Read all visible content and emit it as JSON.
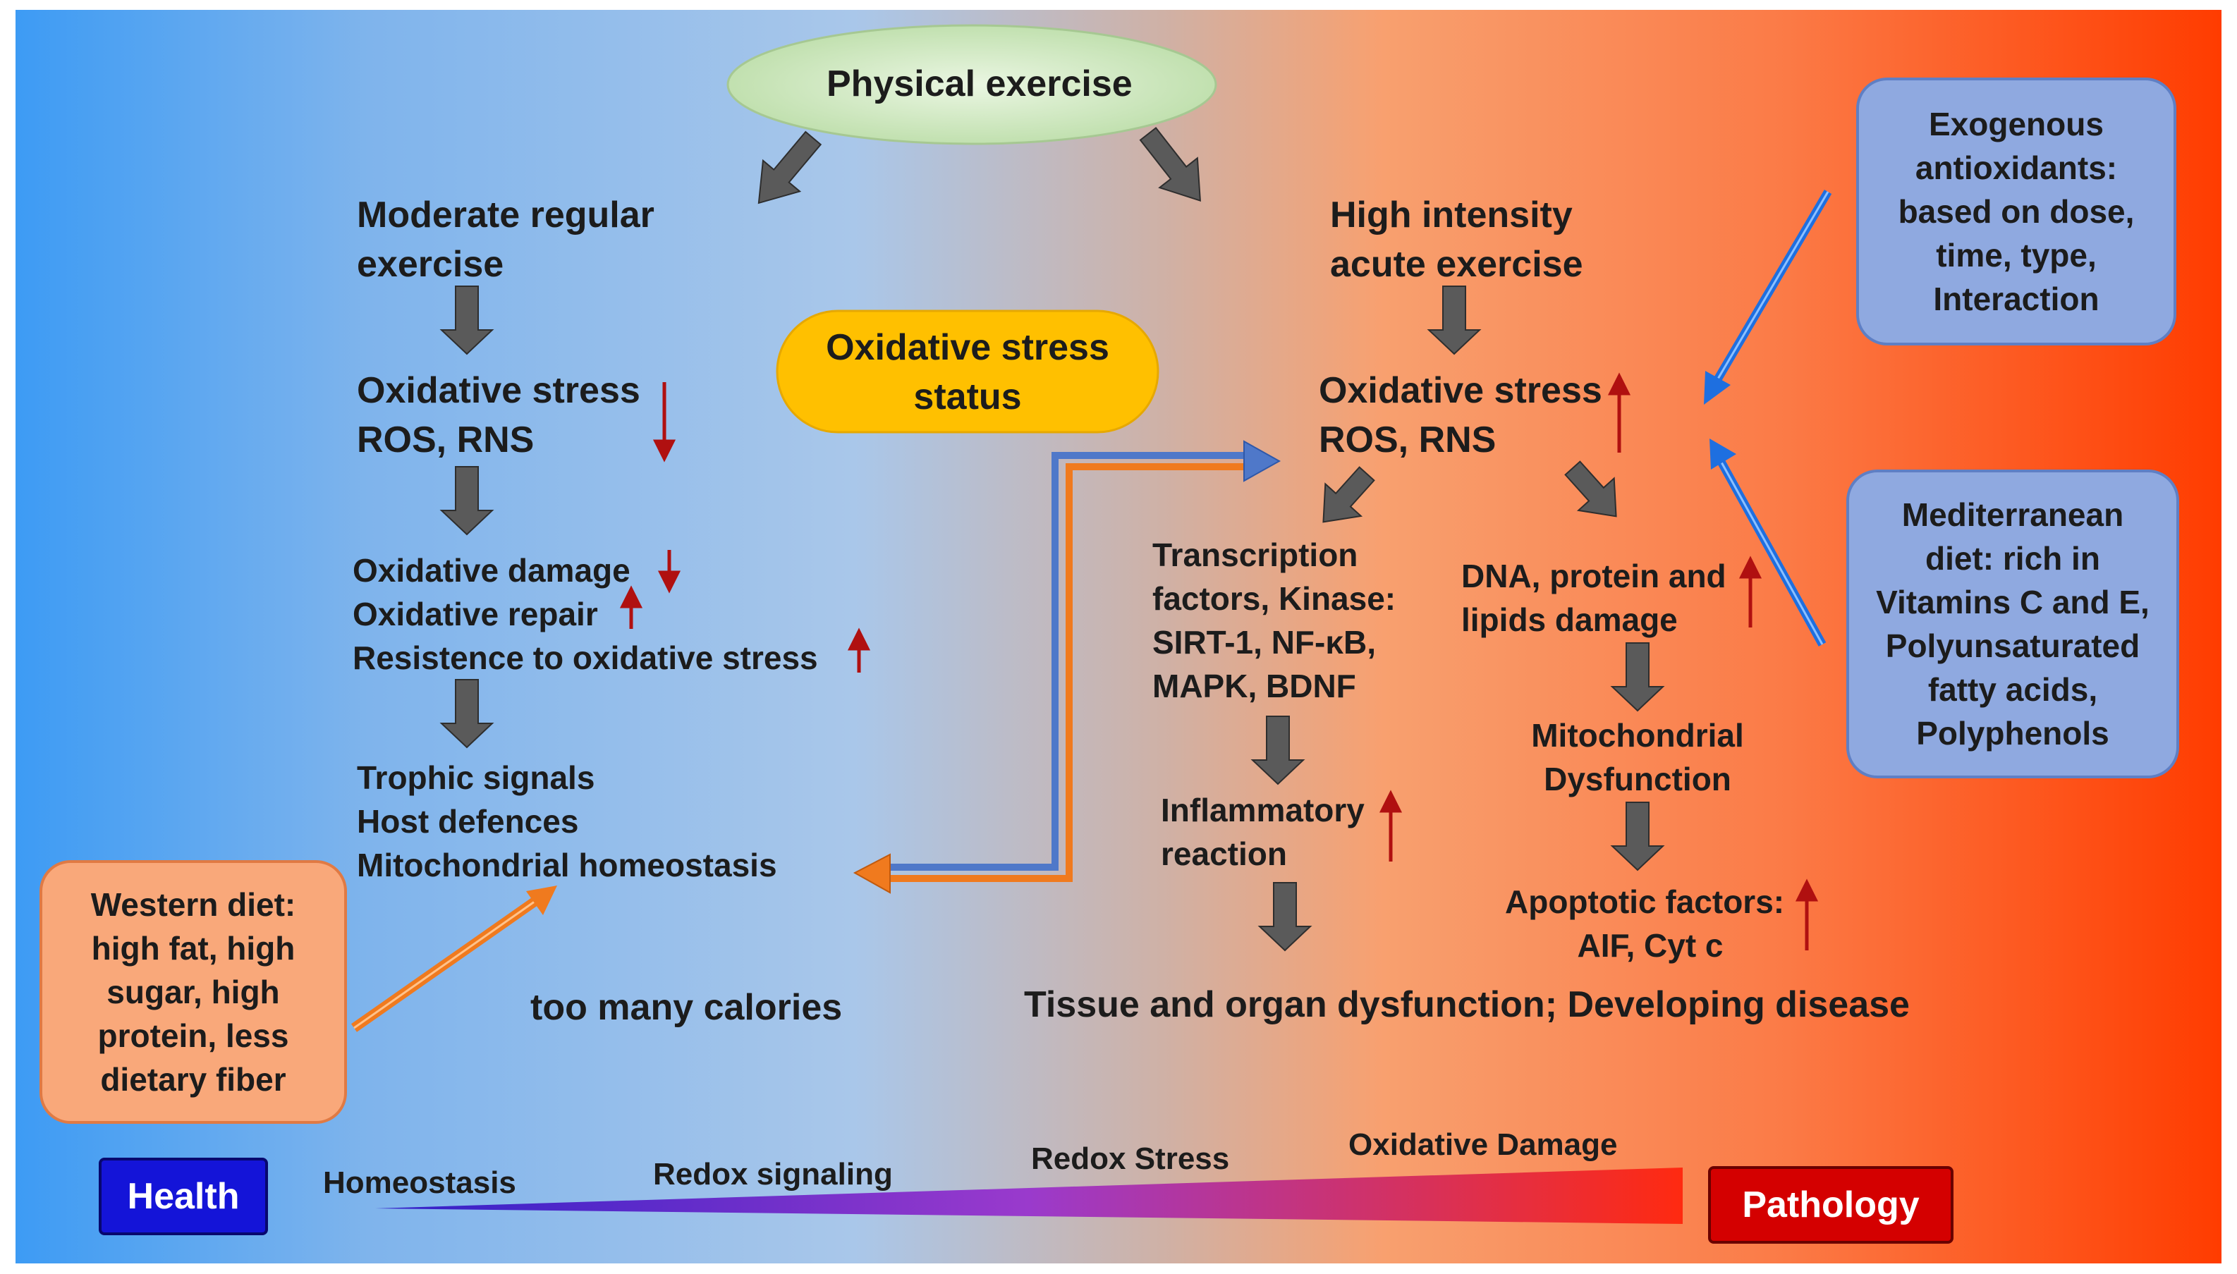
{
  "colors": {
    "down_arrow": "#5a5a5a",
    "red_arrow": "#b01010",
    "blue_arrow": "#1e6fe0",
    "orange_arrow": "#f07a1e",
    "ellipse": "#c6e6b8",
    "pill": "#ffc000",
    "blue_box": "#8fa9e0",
    "orange_box": "#f9a87a",
    "health": "#1414d8",
    "pathology": "#d40000"
  },
  "top": {
    "physical_exercise": "Physical exercise"
  },
  "left_branch": {
    "title_lines": [
      "Moderate regular",
      "exercise"
    ],
    "stress_lines": [
      "Oxidative stress",
      "ROS, RNS"
    ],
    "damage_lines": [
      "Oxidative damage",
      "Oxidative repair",
      "Resistence to oxidative stress"
    ],
    "outcome_lines": [
      "Trophic signals",
      "Host defences",
      "Mitochondrial  homeostasis"
    ],
    "calories": "too many calories"
  },
  "center_pill": {
    "lines": [
      "Oxidative stress",
      "status"
    ]
  },
  "right_branch": {
    "title_lines": [
      "High intensity",
      "acute exercise"
    ],
    "stress_lines": [
      "Oxidative stress",
      "ROS, RNS"
    ],
    "transcription_lines": [
      "Transcription",
      "factors, Kinase:",
      "SIRT-1, NF-κB,",
      "MAPK, BDNF"
    ],
    "dna_lines": [
      "DNA, protein and",
      "lipids damage"
    ],
    "inflammatory_lines": [
      "Inflammatory",
      "reaction"
    ],
    "mito_lines": [
      "Mitochondrial",
      "Dysfunction"
    ],
    "apoptotic_lines": [
      "Apoptotic factors:",
      "AIF, Cyt c"
    ],
    "tissue": "Tissue and organ dysfunction; Developing disease"
  },
  "boxes": {
    "exogenous_lines": [
      "Exogenous",
      "antioxidants:",
      "based on dose,",
      "time, type,",
      "Interaction"
    ],
    "mediterranean_lines": [
      "Mediterranean",
      "diet: rich in",
      "Vitamins C and E,",
      "Polyunsaturated",
      "fatty acids,",
      "Polyphenols"
    ],
    "western_lines": [
      "Western diet:",
      "high fat, high",
      "sugar, high",
      "protein, less",
      "dietary fiber"
    ]
  },
  "legend": {
    "health": "Health",
    "pathology": "Pathology",
    "homeostasis": "Homeostasis",
    "redox_signaling": "Redox signaling",
    "redox_stress": "Redox Stress",
    "oxidative_damage": "Oxidative Damage"
  }
}
